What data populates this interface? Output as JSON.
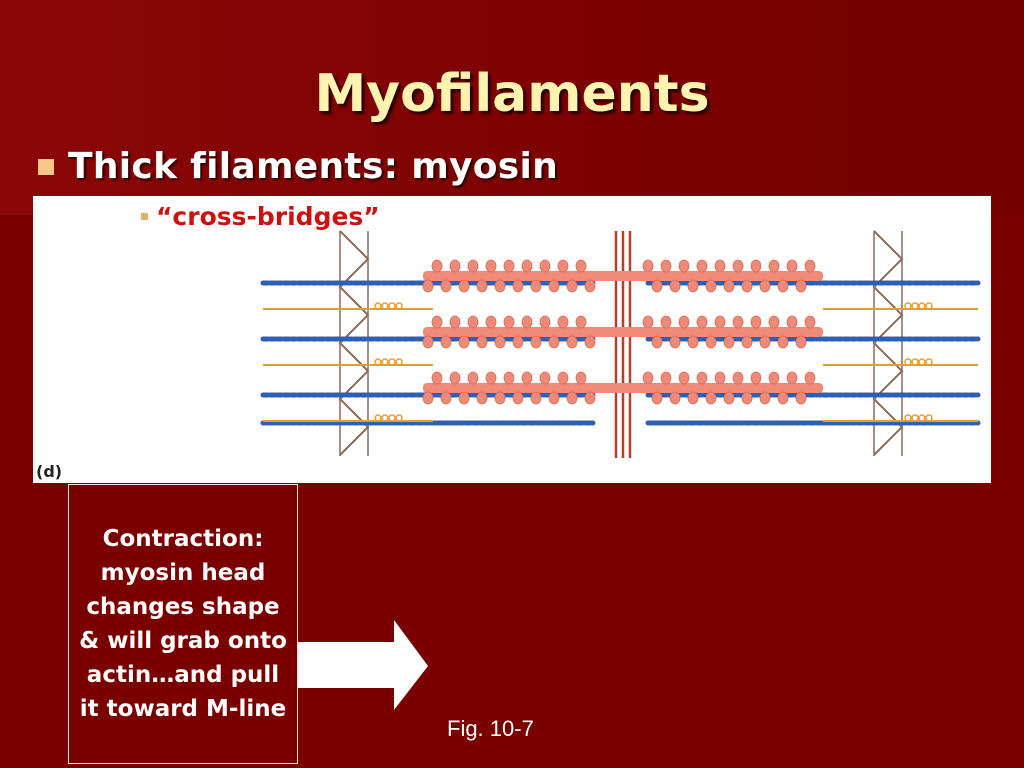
{
  "slide": {
    "title": "Myofilaments",
    "bullet_main": "Thick filaments:  myosin",
    "bullet_sub": "“cross-bridges”",
    "panel_label": "(d)",
    "callout": "Contraction: myosin head changes shape & will grab onto actin…and pull it toward M-line",
    "caption": "Fig. 10-7"
  },
  "colors": {
    "background": "#7a0000",
    "title": "#fff3b0",
    "sub_bullet_text": "#cc1111",
    "thin_filament": "#2e5fb0",
    "titin": "#e0a030",
    "thick_filament": "#ef8a78",
    "z_line": "#8a6a5a",
    "m_line": "#b04030"
  },
  "icons": {
    "main_bullet": "square-bullet-icon",
    "sub_bullet": "square-bullet-icon",
    "callout_arrow": "right-arrow-icon"
  }
}
